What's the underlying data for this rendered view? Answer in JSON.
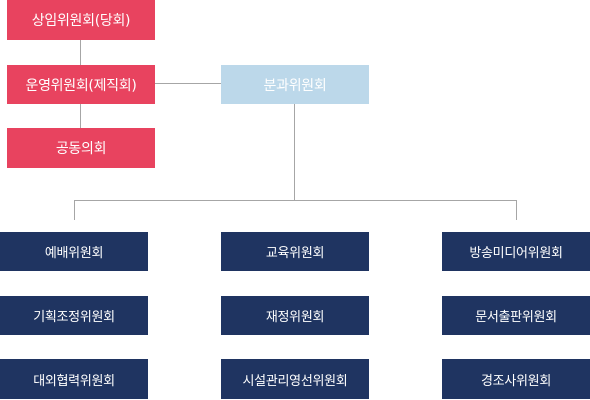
{
  "top_committees": [
    "상임위원회(당회)",
    "운영위원회(제직회)",
    "공동의회"
  ],
  "subcommittee_header": "분과위원회",
  "columns": [
    [
      "예배위원회",
      "기획조정위원회",
      "대외협력위원회"
    ],
    [
      "교육위원회",
      "재정위원회",
      "시설관리영선위원회"
    ],
    [
      "방송미디어위원회",
      "문서출판위원회",
      "경조사위원회"
    ]
  ],
  "colors": {
    "top": "#e8435f",
    "header": "#bcd8ea",
    "committee": "#1f3461",
    "connector": "#a6a6a6"
  }
}
